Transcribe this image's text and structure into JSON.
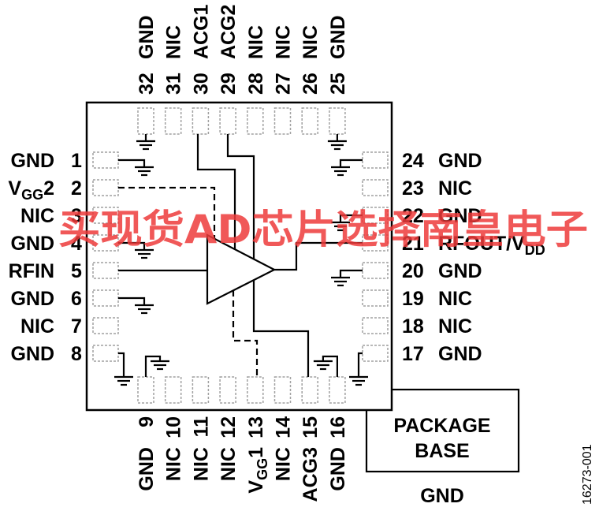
{
  "pins": {
    "top": [
      {
        "num": "32",
        "label": "GND"
      },
      {
        "num": "31",
        "label": "NIC"
      },
      {
        "num": "30",
        "label": "ACG1"
      },
      {
        "num": "29",
        "label": "ACG2"
      },
      {
        "num": "28",
        "label": "NIC"
      },
      {
        "num": "27",
        "label": "NIC"
      },
      {
        "num": "26",
        "label": "NIC"
      },
      {
        "num": "25",
        "label": "GND"
      }
    ],
    "left": [
      {
        "num": "1",
        "label": "GND"
      },
      {
        "num": "2",
        "label": "V",
        "sub": "GG",
        "tail": "2"
      },
      {
        "num": "3",
        "label": "NIC"
      },
      {
        "num": "4",
        "label": "GND"
      },
      {
        "num": "5",
        "label": "RFIN"
      },
      {
        "num": "6",
        "label": "GND"
      },
      {
        "num": "7",
        "label": "NIC"
      },
      {
        "num": "8",
        "label": "GND"
      }
    ],
    "right": [
      {
        "num": "24",
        "label": "GND"
      },
      {
        "num": "23",
        "label": "NIC"
      },
      {
        "num": "22",
        "label": "GND"
      },
      {
        "num": "21",
        "label": "RFOUT/V",
        "sub": "DD"
      },
      {
        "num": "20",
        "label": "GND"
      },
      {
        "num": "19",
        "label": "NIC"
      },
      {
        "num": "18",
        "label": "NIC"
      },
      {
        "num": "17",
        "label": "GND"
      }
    ],
    "bottom": [
      {
        "num": "9",
        "label": "GND"
      },
      {
        "num": "10",
        "label": "NIC"
      },
      {
        "num": "11",
        "label": "NIC"
      },
      {
        "num": "12",
        "label": "NIC"
      },
      {
        "num": "13",
        "label": "V",
        "sub": "GG",
        "tail": "1"
      },
      {
        "num": "14",
        "label": "NIC"
      },
      {
        "num": "15",
        "label": "ACG3"
      },
      {
        "num": "16",
        "label": "GND"
      }
    ]
  },
  "package_base": {
    "line1": "PACKAGE",
    "line2": "BASE",
    "ground": "GND"
  },
  "figure_id": "16273-001",
  "watermark": "买现货AD芯片选择南皇电子",
  "colors": {
    "outline": "#000000",
    "pad": "#a0a0a0",
    "watermark": "#ee3b3b",
    "background": "#ffffff"
  }
}
